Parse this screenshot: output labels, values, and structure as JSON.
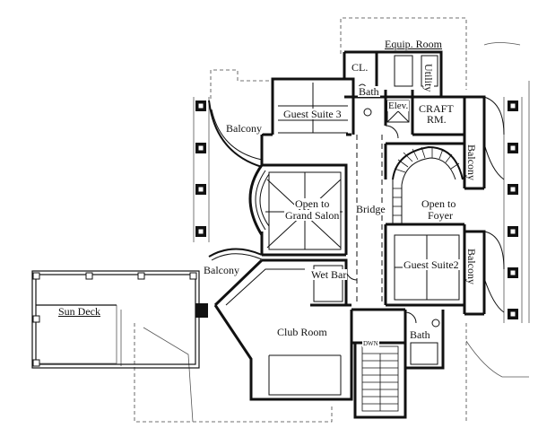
{
  "rooms": {
    "equip_room": "Equip. Room",
    "closet": "CL.",
    "bath_top": "Bath",
    "utility": "Utility",
    "elevator": "Elev.",
    "craft_room_1": "CRAFT",
    "craft_room_2": "RM.",
    "guest_suite_3": "Guest Suite 3",
    "balcony_left_top": "Balcony",
    "balcony_right_top": "Balcony",
    "open_grand_salon_1": "Open to",
    "open_grand_salon_2": "Grand Salon",
    "bridge": "Bridge",
    "open_foyer_1": "Open to",
    "open_foyer_2": "Foyer",
    "balcony_left_mid": "Balcony",
    "wet_bar": "Wet Bar",
    "guest_suite_2": "Guest Suite2",
    "balcony_right_mid": "Balcony",
    "sun_deck": "Sun Deck",
    "club_room": "Club Room",
    "bath_bottom": "Bath",
    "stair_dwn": "DWN"
  }
}
